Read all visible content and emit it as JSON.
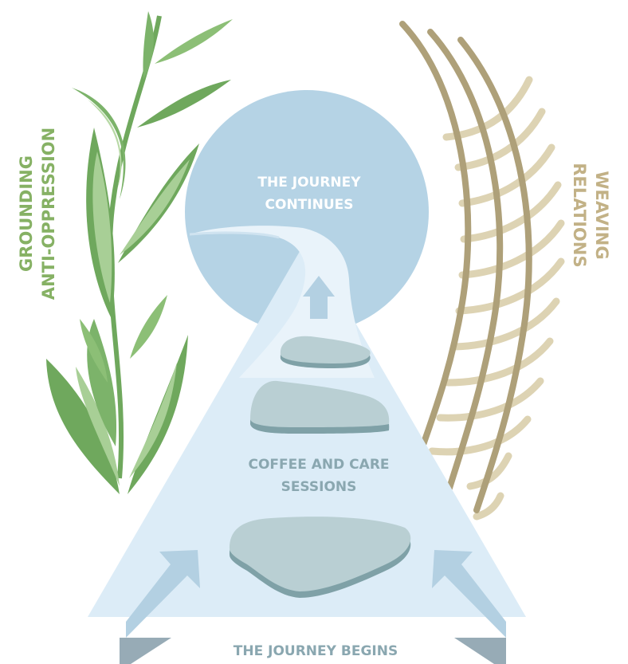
{
  "labels": {
    "continues_line1": "THE JOURNEY",
    "continues_line2": "CONTINUES",
    "coffee_line1": "COFFEE AND CARE",
    "coffee_line2": "SESSIONS",
    "begins": "THE JOURNEY BEGINS",
    "left_line1": "GROUNDING",
    "left_line2": "ANTI-OPPRESSION",
    "right_line1": "WEAVING",
    "right_line2": "RELATIONS"
  },
  "colors": {
    "circle": "#b5d3e5",
    "triangle": "#dcecf7",
    "path": "#e9f3fa",
    "stone": "#b9cfd3",
    "stone_shadow": "#7fa1a7",
    "arrow": "#b3d0e2",
    "arrow_shadow": "#97abb6",
    "left_text": "#86b164",
    "right_text": "#c2b186",
    "leaf_dark": "#6fa85d",
    "leaf_light": "#a8cf96",
    "weave_dark": "#aea079",
    "weave_light": "#ddd3b3",
    "label_light": "#ffffff",
    "label_mid": "#8aa7b0"
  }
}
